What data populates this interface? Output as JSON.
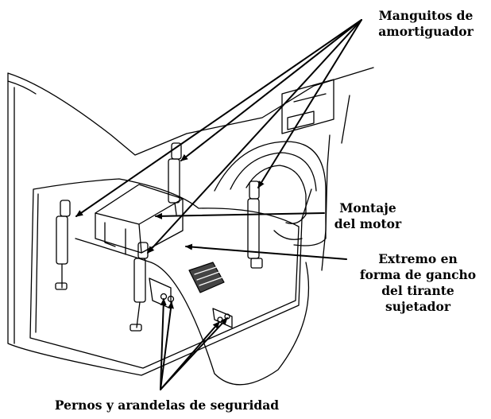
{
  "labels": {
    "dampers": "Manguitos de\namortiguador",
    "motor_mount": "Montaje\ndel motor",
    "hook_end": "Extremo en\nforma de gancho\ndel tirante\nsujetador",
    "bolts": "Pernos y arandelas de seguridad"
  },
  "colors": {
    "line": "#000000",
    "background": "#ffffff"
  }
}
